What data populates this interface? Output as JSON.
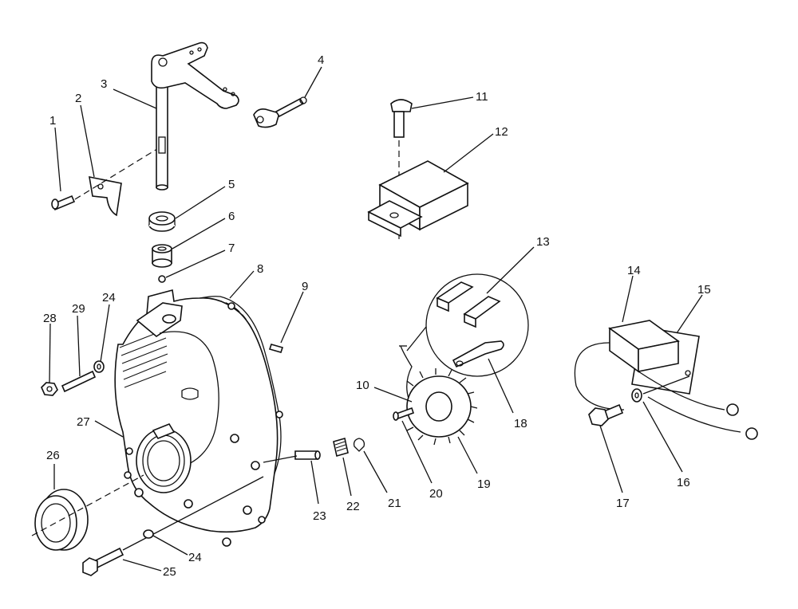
{
  "callouts": [
    "1",
    "2",
    "3",
    "4",
    "5",
    "6",
    "7",
    "8",
    "9",
    "10",
    "11",
    "12",
    "13",
    "14",
    "15",
    "16",
    "17",
    "18",
    "19",
    "20",
    "21",
    "22",
    "23",
    "24",
    "25",
    "26",
    "27",
    "28",
    "29",
    "24"
  ]
}
